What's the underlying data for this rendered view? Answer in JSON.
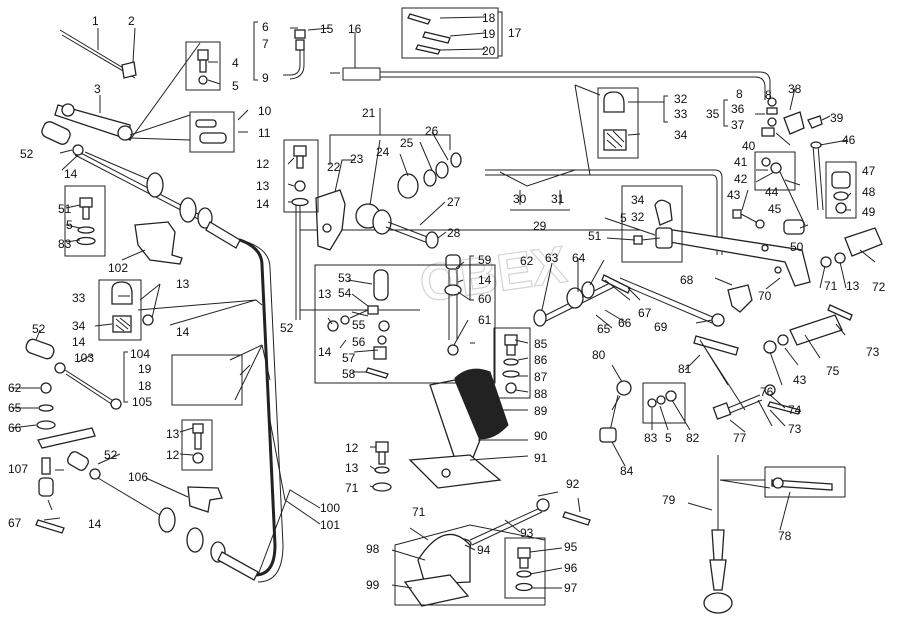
{
  "diagram": {
    "labels": [
      {
        "id": "l1",
        "text": "1"
      },
      {
        "id": "l2",
        "text": "2"
      },
      {
        "id": "l3",
        "text": "3"
      },
      {
        "id": "l4",
        "text": "4"
      },
      {
        "id": "l5a",
        "text": "5"
      },
      {
        "id": "l5b",
        "text": "5"
      },
      {
        "id": "l5c",
        "text": "5"
      },
      {
        "id": "l5d",
        "text": "5"
      },
      {
        "id": "l6",
        "text": "6"
      },
      {
        "id": "l7",
        "text": "7"
      },
      {
        "id": "l8a",
        "text": "8"
      },
      {
        "id": "l8b",
        "text": "8"
      },
      {
        "id": "l9",
        "text": "9"
      },
      {
        "id": "l10",
        "text": "10"
      },
      {
        "id": "l11",
        "text": "11"
      },
      {
        "id": "l12a",
        "text": "12"
      },
      {
        "id": "l12b",
        "text": "12"
      },
      {
        "id": "l12c",
        "text": "12"
      },
      {
        "id": "l13a",
        "text": "13"
      },
      {
        "id": "l13b",
        "text": "13"
      },
      {
        "id": "l13c",
        "text": "13"
      },
      {
        "id": "l13d",
        "text": "13"
      },
      {
        "id": "l13e",
        "text": "13"
      },
      {
        "id": "l13f",
        "text": "13"
      },
      {
        "id": "l14a",
        "text": "14"
      },
      {
        "id": "l14b",
        "text": "14"
      },
      {
        "id": "l14c",
        "text": "14"
      },
      {
        "id": "l14d",
        "text": "14"
      },
      {
        "id": "l14e",
        "text": "14"
      },
      {
        "id": "l14f",
        "text": "14"
      },
      {
        "id": "l14g",
        "text": "14"
      },
      {
        "id": "l15",
        "text": "15"
      },
      {
        "id": "l16",
        "text": "16"
      },
      {
        "id": "l17",
        "text": "17"
      },
      {
        "id": "l18a",
        "text": "18"
      },
      {
        "id": "l18b",
        "text": "18"
      },
      {
        "id": "l19a",
        "text": "19"
      },
      {
        "id": "l19b",
        "text": "19"
      },
      {
        "id": "l20",
        "text": "20"
      },
      {
        "id": "l21",
        "text": "21"
      },
      {
        "id": "l22",
        "text": "22"
      },
      {
        "id": "l23",
        "text": "23"
      },
      {
        "id": "l24",
        "text": "24"
      },
      {
        "id": "l25",
        "text": "25"
      },
      {
        "id": "l26",
        "text": "26"
      },
      {
        "id": "l27",
        "text": "27"
      },
      {
        "id": "l28",
        "text": "28"
      },
      {
        "id": "l29",
        "text": "29"
      },
      {
        "id": "l30",
        "text": "30"
      },
      {
        "id": "l31",
        "text": "31"
      },
      {
        "id": "l32a",
        "text": "32"
      },
      {
        "id": "l32b",
        "text": "32"
      },
      {
        "id": "l33a",
        "text": "33"
      },
      {
        "id": "l33b",
        "text": "33"
      },
      {
        "id": "l34a",
        "text": "34"
      },
      {
        "id": "l34b",
        "text": "34"
      },
      {
        "id": "l34c",
        "text": "34"
      },
      {
        "id": "l35",
        "text": "35"
      },
      {
        "id": "l36",
        "text": "36"
      },
      {
        "id": "l37",
        "text": "37"
      },
      {
        "id": "l38",
        "text": "38"
      },
      {
        "id": "l39",
        "text": "39"
      },
      {
        "id": "l40",
        "text": "40"
      },
      {
        "id": "l41",
        "text": "41"
      },
      {
        "id": "l42",
        "text": "42"
      },
      {
        "id": "l43a",
        "text": "43"
      },
      {
        "id": "l43b",
        "text": "43"
      },
      {
        "id": "l44",
        "text": "44"
      },
      {
        "id": "l45",
        "text": "45"
      },
      {
        "id": "l46",
        "text": "46"
      },
      {
        "id": "l47",
        "text": "47"
      },
      {
        "id": "l48",
        "text": "48"
      },
      {
        "id": "l49",
        "text": "49"
      },
      {
        "id": "l50",
        "text": "50"
      },
      {
        "id": "l51a",
        "text": "51"
      },
      {
        "id": "l51b",
        "text": "51"
      },
      {
        "id": "l52a",
        "text": "52"
      },
      {
        "id": "l52b",
        "text": "52"
      },
      {
        "id": "l52c",
        "text": "52"
      },
      {
        "id": "l52d",
        "text": "52"
      },
      {
        "id": "l53",
        "text": "53"
      },
      {
        "id": "l54",
        "text": "54"
      },
      {
        "id": "l55",
        "text": "55"
      },
      {
        "id": "l56",
        "text": "56"
      },
      {
        "id": "l57",
        "text": "57"
      },
      {
        "id": "l58",
        "text": "58"
      },
      {
        "id": "l59",
        "text": "59"
      },
      {
        "id": "l60",
        "text": "60"
      },
      {
        "id": "l61",
        "text": "61"
      },
      {
        "id": "l62a",
        "text": "62"
      },
      {
        "id": "l62b",
        "text": "62"
      },
      {
        "id": "l63",
        "text": "63"
      },
      {
        "id": "l64",
        "text": "64"
      },
      {
        "id": "l65a",
        "text": "65"
      },
      {
        "id": "l65b",
        "text": "65"
      },
      {
        "id": "l66a",
        "text": "66"
      },
      {
        "id": "l66b",
        "text": "66"
      },
      {
        "id": "l67a",
        "text": "67"
      },
      {
        "id": "l67b",
        "text": "67"
      },
      {
        "id": "l68",
        "text": "68"
      },
      {
        "id": "l69",
        "text": "69"
      },
      {
        "id": "l70",
        "text": "70"
      },
      {
        "id": "l71a",
        "text": "71"
      },
      {
        "id": "l71b",
        "text": "71"
      },
      {
        "id": "l71c",
        "text": "71"
      },
      {
        "id": "l72",
        "text": "72"
      },
      {
        "id": "l73a",
        "text": "73"
      },
      {
        "id": "l73b",
        "text": "73"
      },
      {
        "id": "l74",
        "text": "74"
      },
      {
        "id": "l75",
        "text": "75"
      },
      {
        "id": "l76",
        "text": "76"
      },
      {
        "id": "l77",
        "text": "77"
      },
      {
        "id": "l78",
        "text": "78"
      },
      {
        "id": "l79",
        "text": "79"
      },
      {
        "id": "l80",
        "text": "80"
      },
      {
        "id": "l81",
        "text": "81"
      },
      {
        "id": "l82",
        "text": "82"
      },
      {
        "id": "l83a",
        "text": "83"
      },
      {
        "id": "l83b",
        "text": "83"
      },
      {
        "id": "l84",
        "text": "84"
      },
      {
        "id": "l85",
        "text": "85"
      },
      {
        "id": "l86",
        "text": "86"
      },
      {
        "id": "l87",
        "text": "87"
      },
      {
        "id": "l88",
        "text": "88"
      },
      {
        "id": "l89",
        "text": "89"
      },
      {
        "id": "l90",
        "text": "90"
      },
      {
        "id": "l91",
        "text": "91"
      },
      {
        "id": "l92",
        "text": "92"
      },
      {
        "id": "l93",
        "text": "93"
      },
      {
        "id": "l94",
        "text": "94"
      },
      {
        "id": "l95",
        "text": "95"
      },
      {
        "id": "l96",
        "text": "96"
      },
      {
        "id": "l97",
        "text": "97"
      },
      {
        "id": "l98",
        "text": "98"
      },
      {
        "id": "l99",
        "text": "99"
      },
      {
        "id": "l100",
        "text": "100"
      },
      {
        "id": "l101",
        "text": "101"
      },
      {
        "id": "l102",
        "text": "102"
      },
      {
        "id": "l103",
        "text": "103"
      },
      {
        "id": "l104",
        "text": "104"
      },
      {
        "id": "l105",
        "text": "105"
      },
      {
        "id": "l106",
        "text": "106"
      },
      {
        "id": "l107",
        "text": "107"
      }
    ],
    "watermark": "OBEX",
    "colors": {
      "ink": "#222222",
      "paper": "#ffffff",
      "watermark": "#c9c9c9"
    }
  }
}
